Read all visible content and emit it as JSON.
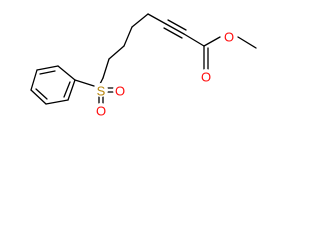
{
  "atoms": {
    "ester_o_single": {
      "label": "O",
      "color": "#ff0d0d"
    },
    "ester_o_double": {
      "label": "O",
      "color": "#ff0d0d"
    },
    "sulfur": {
      "label": "S",
      "color": "#b8860b"
    },
    "sulfonyl_o_left": {
      "label": "O",
      "color": "#ff0d0d"
    },
    "sulfonyl_o_right": {
      "label": "O",
      "color": "#ff0d0d"
    }
  }
}
